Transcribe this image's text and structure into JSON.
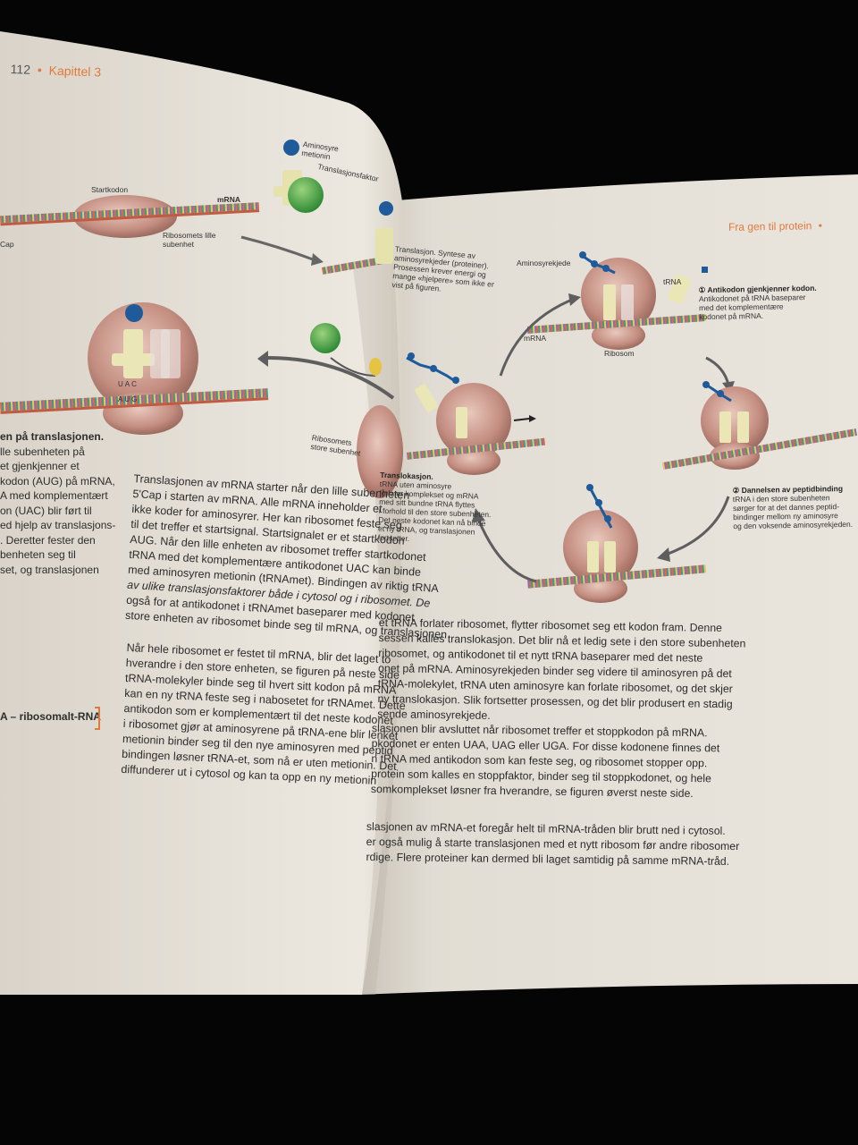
{
  "header": {
    "page_number": "112",
    "bullet": "•",
    "chapter": "Kapittel 3",
    "right_running_head": "Fra gen til protein",
    "right_bullet": "•"
  },
  "colors": {
    "accent_orange": "#e07a3c",
    "ribosome": "#c98f82",
    "trna": "#e8e4b0",
    "amino_blue": "#1f5a9a",
    "factor_green": "#3f9a3a"
  },
  "figure_left": {
    "startkodon": "Startkodon",
    "mrna": "mRNA",
    "cap": "Cap",
    "lille_subenhet": "Ribosomets lille subenhet",
    "aminosyre_metionin": "Aminosyre metionin",
    "translasjonsfaktor": "Translasjonsfaktor",
    "translasjon_caption": [
      "Translasjon. Syntese av",
      "aminosyrekjeder (proteiner).",
      "Prosessen krever energi og",
      "mange «hjelpere» som ikke er",
      "vist på figuren."
    ],
    "store_subenhet": "Ribosomets store subenhet",
    "anticodon": "UAC",
    "codon": "AUG"
  },
  "figure_right": {
    "aminosyrekjede": "Aminosyrekjede",
    "trna": "tRNA",
    "mrna": "mRNA",
    "ribosom": "Ribosom",
    "step1_title": "① Antikodon gjenkjenner kodon.",
    "step1_text": [
      "Antikodonet på tRNA baseparer",
      "med det komplementære",
      "kodonet på mRNA."
    ],
    "step2_title": "② Dannelsen av peptidbinding",
    "step2_text": [
      "tRNA i den store subenheten",
      "sørger for at det dannes peptid-",
      "bindinger mellom ny aminosyre",
      "og den voksende aminosyrekjeden."
    ],
    "step3_text": [
      "Translokasjon.",
      "tRNA uten aminosyre",
      "forlater komplekset og mRNA",
      "med sitt bundne tRNA flyttes",
      "i forhold til den store subenheten.",
      "Det neste kodonet kan nå binde",
      "et ny tRNA, og translasjonen",
      "fortsetter."
    ]
  },
  "left_margin_box": {
    "lines": [
      "en på translasjonen.",
      "lle subenheten på",
      "et gjenkjenner et",
      "kodon (AUG) på mRNA,",
      "A med komplementært",
      "on (UAC) blir ført til",
      "ed hjelp av translasjons-",
      ". Deretter fester den",
      "benheten seg til",
      "set, og translasjonen"
    ],
    "glossary": "A – ribosomalt-RNA"
  },
  "body_left": {
    "para1": [
      "Translasjonen av mRNA starter når den lille subenheten",
      "5'Cap i starten av mRNA. Alle mRNA inneholder et",
      "ikke koder for aminosyrer. Her kan ribosomet feste seg",
      "til det treffer et startsignal. Startsignalet er et startkodon",
      "AUG. Når den lille enheten av ribosomet treffer startkodonet",
      "tRNA med det komplementære antikodonet UAC kan binde",
      "med aminosyren metionin (tRNAmet). Bindingen av riktig tRNA",
      "av ulike translasjonsfaktorer både i cytosol og i ribosomet. De",
      "også for at antikodonet i tRNAmet baseparer med kodonet",
      "store enheten av ribosomet binde seg til mRNA, og translasjonen"
    ],
    "para2": [
      "Når hele ribosomet er festet til mRNA, blir det laget to",
      "hverandre i den store enheten, se figuren på neste side",
      "tRNA-molekyler binde seg til hvert sitt kodon på mRNA",
      "kan en ny tRNA feste seg i nabosetet for tRNAmet. Dette",
      "antikodon som er komplementært til det neste kodonet",
      "i ribosomet gjør at aminosyrene på tRNA-ene blir lenket",
      "metionin binder seg til den nye aminosyren med peptid",
      "bindingen løsner tRNA-et, som nå er uten metionin. Det",
      "diffunderer ut i cytosol og kan ta opp en ny metionin"
    ]
  },
  "body_right": {
    "para1": [
      "et tRNA forlater ribosomet, flytter ribosomet seg ett kodon fram. Denne",
      "sessen kalles translokasjon. Det blir nå et ledig sete i den store subenheten",
      "ribosomet, og antikodonet til et nytt tRNA baseparer med det neste",
      "onet på mRNA. Aminosyrekjeden binder seg videre til aminosyren på det",
      "tRNA-molekylet, tRNA uten aminosyre kan forlate ribosomet, og det skjer",
      "ny translokasjon. Slik fortsetter prosessen, og det blir produsert en stadig",
      "sende aminosyrekjede."
    ],
    "para2": [
      "slasjonen blir avsluttet når ribosomet treffer et stoppkodon på mRNA.",
      "pkodonet er enten UAA, UAG eller UGA. For disse kodonene finnes det",
      "n tRNA med antikodon som kan feste seg, og ribosomet stopper opp.",
      "protein som kalles en stoppfaktor, binder seg til stoppkodonet, og hele",
      "somkomplekset løsner fra hverandre, se figuren øverst neste side."
    ],
    "para3": [
      "slasjonen av mRNA-et foregår helt til mRNA-tråden blir brutt ned i cytosol.",
      "er også mulig å starte translasjonen med et nytt ribosom før andre ribosomer",
      "rdige. Flere proteiner kan dermed bli laget samtidig på samme mRNA-tråd."
    ]
  }
}
